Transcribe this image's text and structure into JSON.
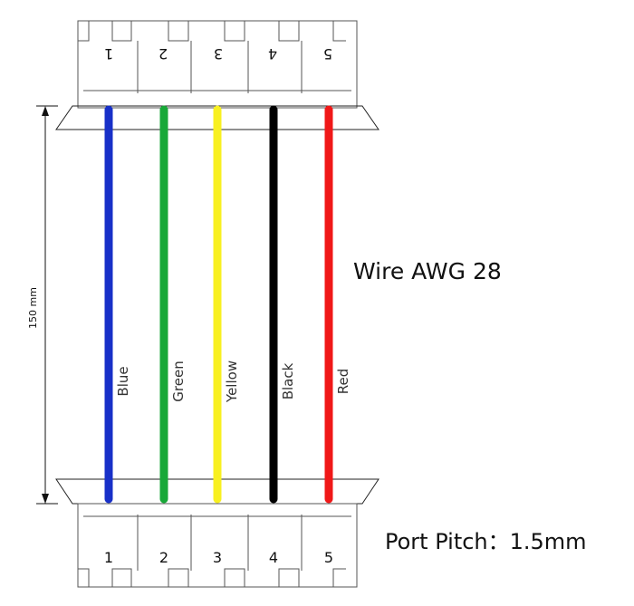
{
  "length_label": "150 mm",
  "wire_spec": "Wire AWG 28",
  "port_pitch": "Port Pitch：1.5mm",
  "pins": [
    "1",
    "2",
    "3",
    "4",
    "5"
  ],
  "wires": [
    {
      "pin": "1",
      "label": "Blue",
      "color": "#1830c8"
    },
    {
      "pin": "2",
      "label": "Green",
      "color": "#18a838"
    },
    {
      "pin": "3",
      "label": "Yellow",
      "color": "#f8f020"
    },
    {
      "pin": "4",
      "label": "Black",
      "color": "#000000"
    },
    {
      "pin": "5",
      "label": "Red",
      "color": "#f01818"
    }
  ]
}
